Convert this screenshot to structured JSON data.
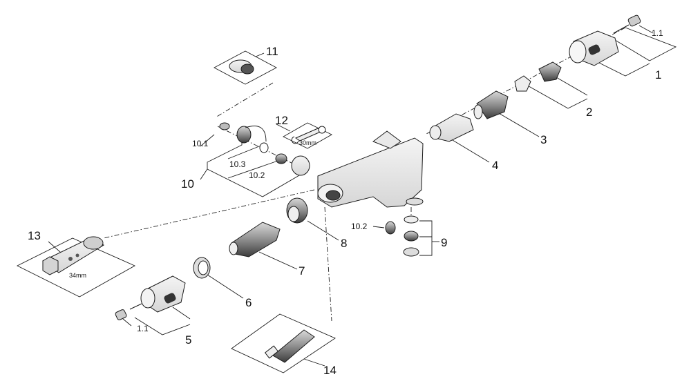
{
  "callouts": {
    "c1": "1",
    "c1_1a": "1.1",
    "c2": "2",
    "c3": "3",
    "c4": "4",
    "c5": "5",
    "c1_1b": "1.1",
    "c6": "6",
    "c7": "7",
    "c8": "8",
    "c9": "9",
    "c10": "10",
    "c10_1": "10.1",
    "c10_2a": "10.2",
    "c10_2b": "10.2",
    "c10_3": "10.3",
    "c11": "11",
    "c12": "12",
    "c13": "13",
    "c14": "14"
  },
  "tool_sizes": {
    "wrench": "30mm",
    "key": "34mm"
  },
  "colors": {
    "line": "#1a1a1a",
    "light": "#e6e6e6",
    "mid": "#bdbdbd",
    "dark": "#5a5a5a",
    "paper": "#ffffff"
  }
}
